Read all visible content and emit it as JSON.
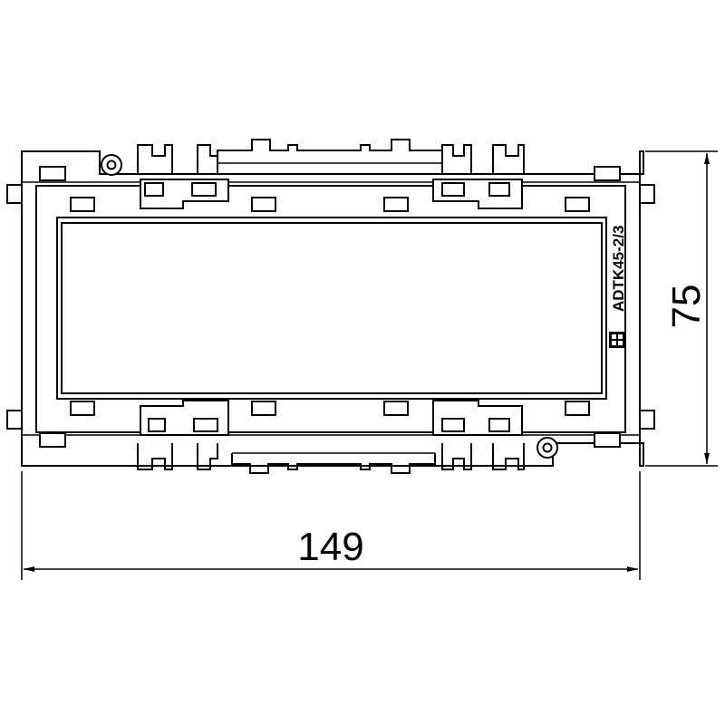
{
  "drawing": {
    "part_label": "ADTK45-2/3",
    "dimensions": {
      "width_label": "149",
      "height_label": "75"
    },
    "line_color": "#000000",
    "background_color": "#ffffff"
  }
}
